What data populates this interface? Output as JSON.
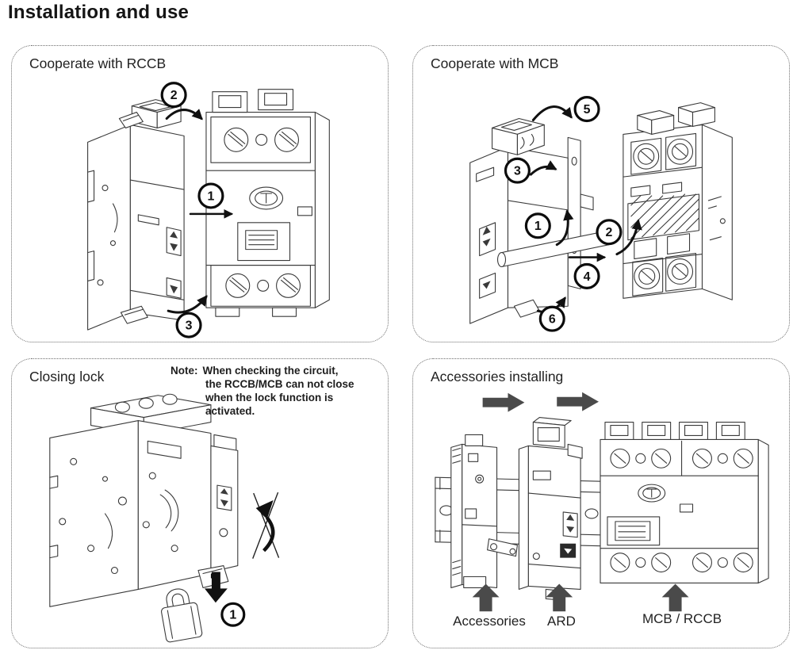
{
  "page": {
    "title": "Installation and use"
  },
  "panels": {
    "rccb": {
      "title": "Cooperate with RCCB",
      "steps": [
        "1",
        "2",
        "3"
      ]
    },
    "mcb": {
      "title": "Cooperate with MCB",
      "steps": [
        "1",
        "2",
        "3",
        "4",
        "5",
        "6"
      ]
    },
    "closing_lock": {
      "title": "Closing lock",
      "note_label": "Note:",
      "note_lines": [
        "When checking the circuit,",
        "the RCCB/MCB can not close",
        "when the  lock function is",
        "activated."
      ],
      "steps": [
        "1"
      ]
    },
    "accessories": {
      "title": "Accessories installing",
      "labels": [
        "Accessories",
        "ARD",
        "MCB / RCCB"
      ]
    }
  },
  "colors": {
    "line": "#3a3a3a",
    "ink": "#111111",
    "arrow_gray": "#4a4a4a"
  }
}
